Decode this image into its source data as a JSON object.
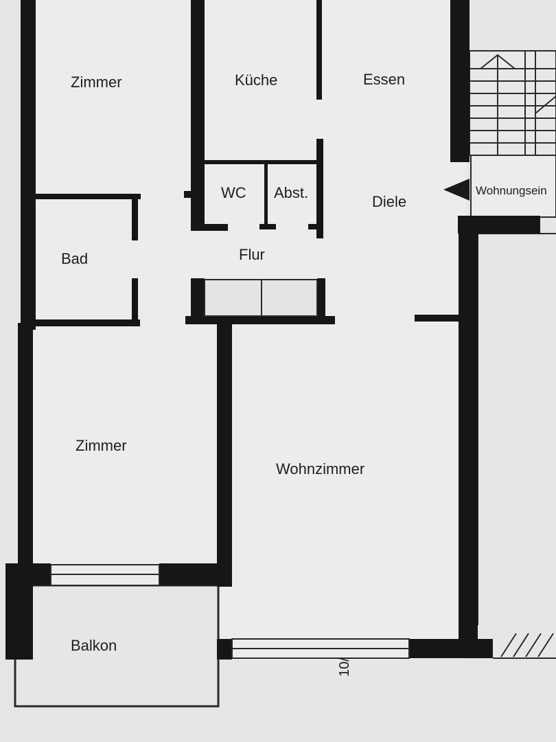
{
  "rooms": {
    "zimmer_top": "Zimmer",
    "kueche": "Küche",
    "essen": "Essen",
    "wc": "WC",
    "abst": "Abst.",
    "diele": "Diele",
    "bad": "Bad",
    "flur": "Flur",
    "zimmer_bottom": "Zimmer",
    "wohnzimmer": "Wohnzimmer",
    "balkon": "Balkon"
  },
  "entrance_label": "Wohnungsein",
  "scale_mark": "10/",
  "colors": {
    "paper": "#e9e9e7",
    "wall": "#161616",
    "ink": "#1e1e1e",
    "background": "#d9d9d7"
  }
}
